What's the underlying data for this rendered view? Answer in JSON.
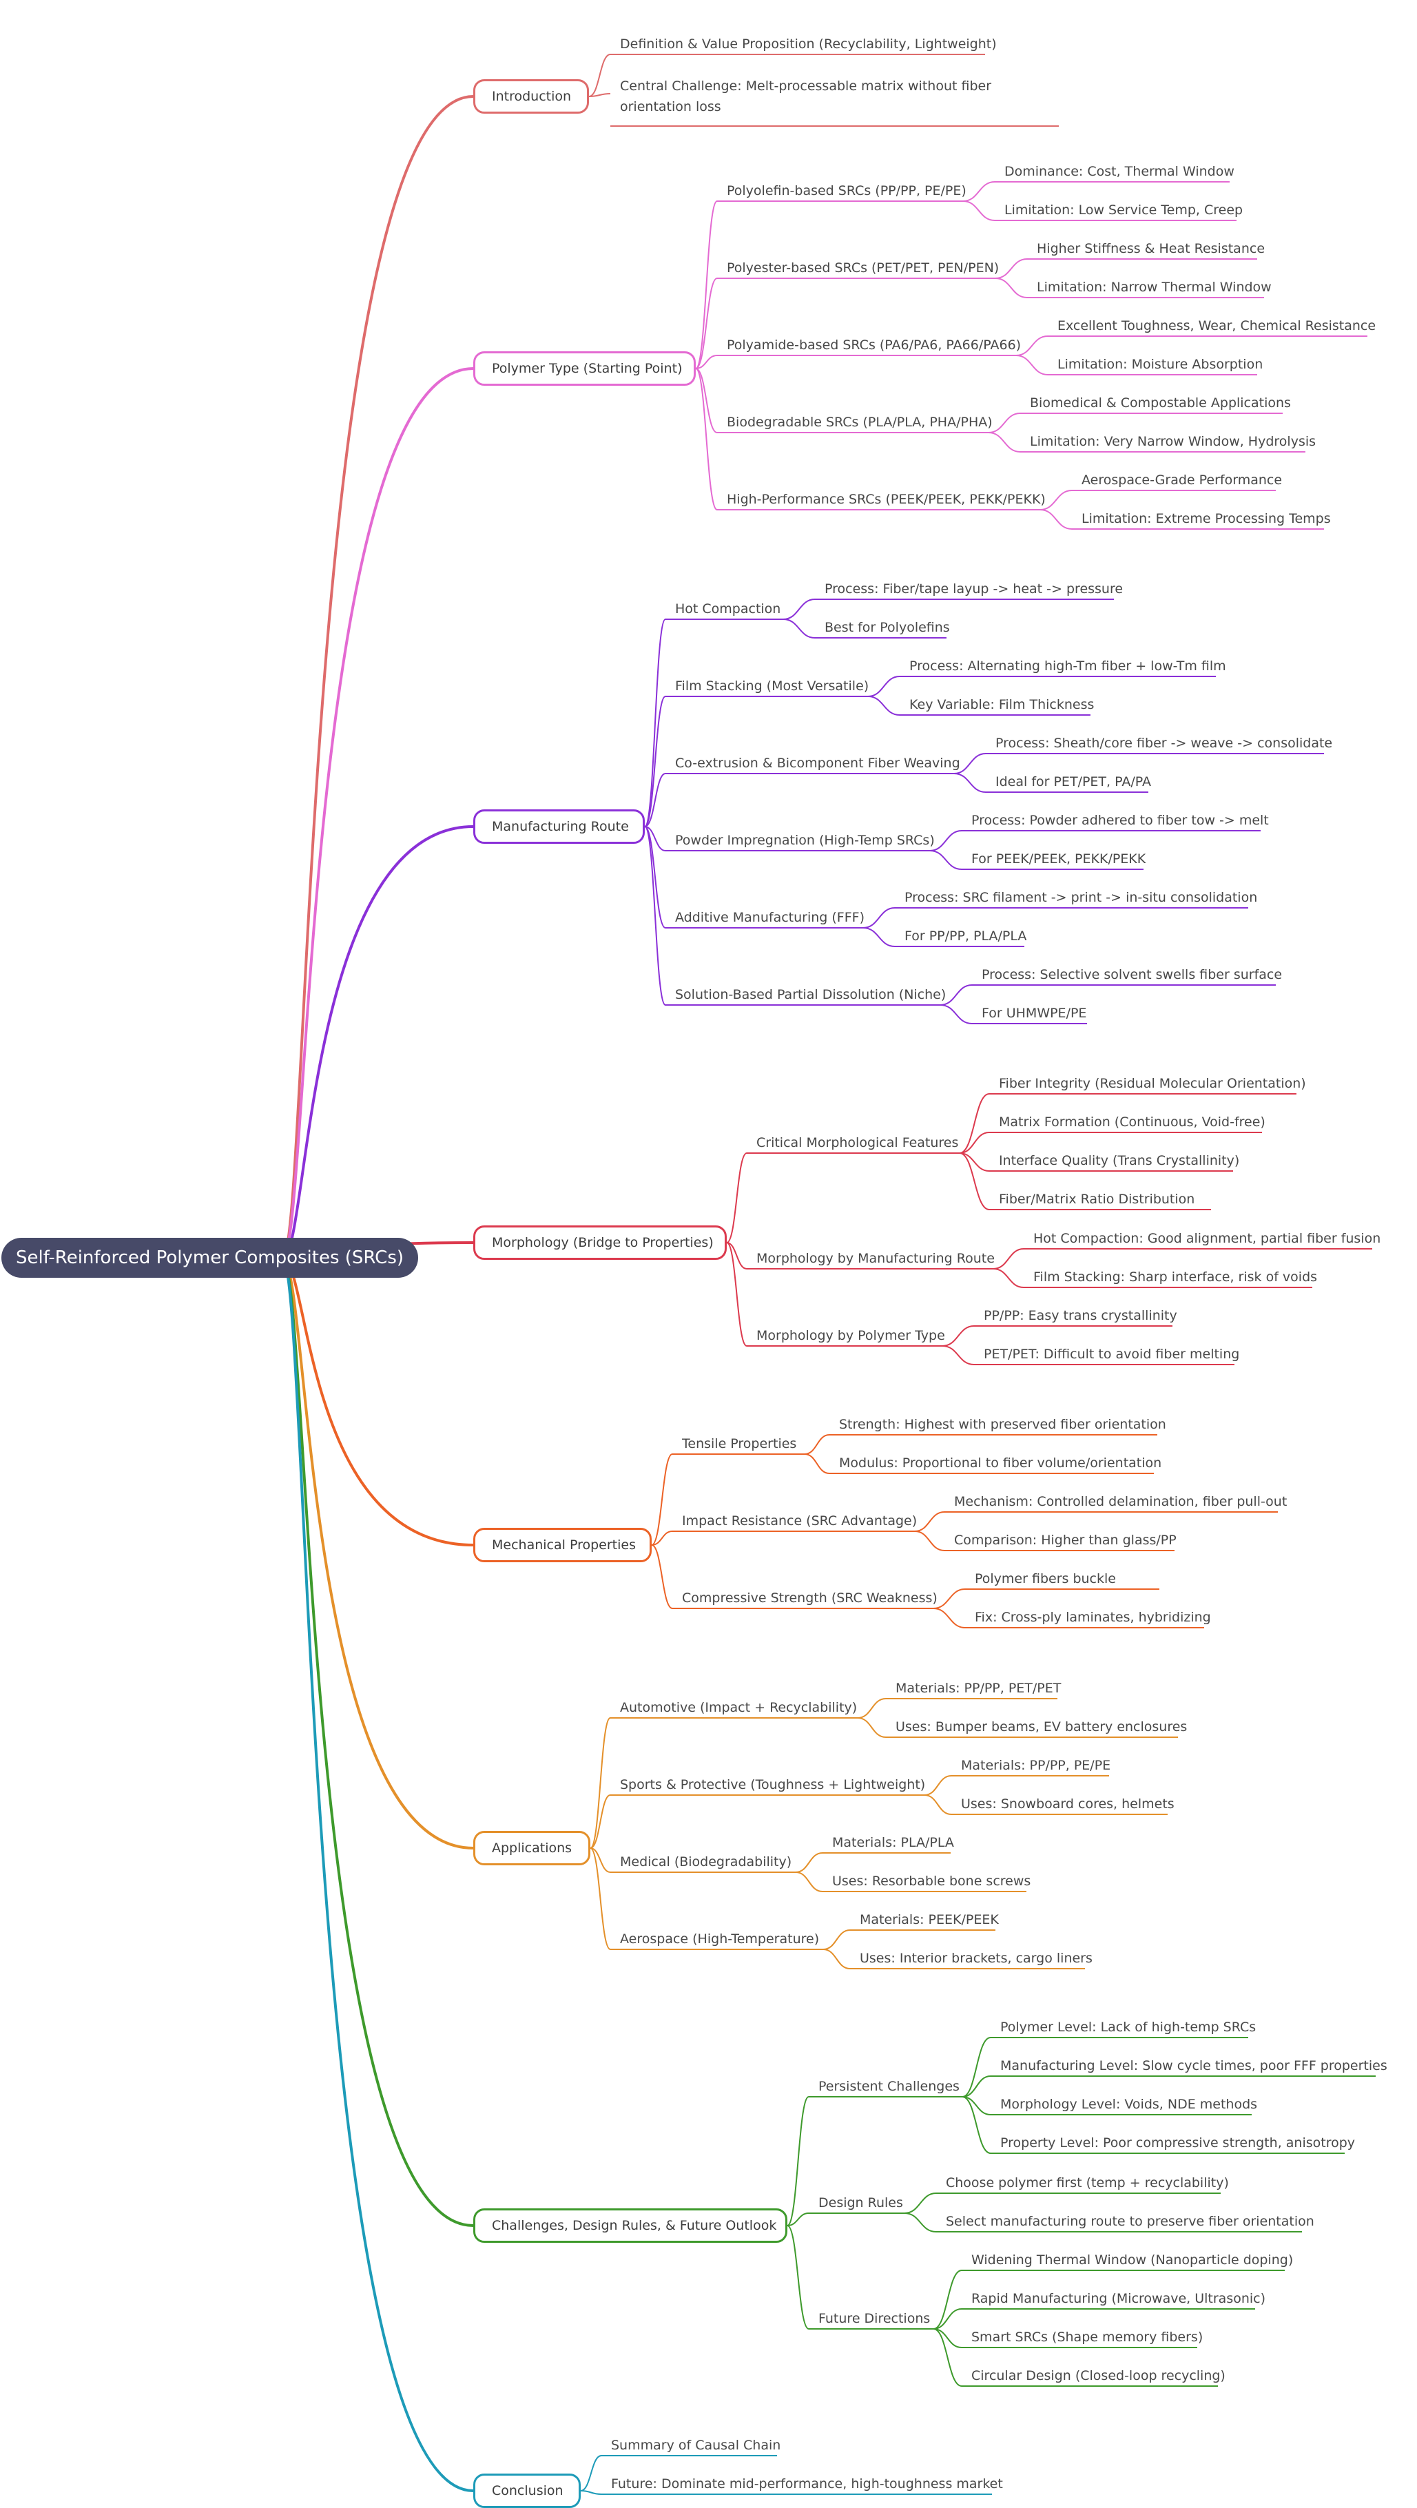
{
  "mindmap": {
    "root": "Self-Reinforced Polymer Composites (SRCs)",
    "branches": [
      {
        "label": "Introduction",
        "color": "#de6b6b",
        "children": [
          {
            "label": "Definition & Value Proposition (Recyclability, Lightweight)"
          },
          {
            "label": "Central Challenge: Melt-processable matrix without fiber orientation loss"
          }
        ]
      },
      {
        "label": "Polymer Type (Starting Point)",
        "color": "#e46ad2",
        "children": [
          {
            "label": "Polyolefin-based SRCs (PP/PP, PE/PE)",
            "children": [
              "Dominance: Cost, Thermal Window",
              "Limitation: Low Service Temp, Creep"
            ]
          },
          {
            "label": "Polyester-based SRCs (PET/PET, PEN/PEN)",
            "children": [
              "Higher Stiffness & Heat Resistance",
              "Limitation: Narrow Thermal Window"
            ]
          },
          {
            "label": "Polyamide-based SRCs (PA6/PA6, PA66/PA66)",
            "children": [
              "Excellent Toughness, Wear, Chemical Resistance",
              "Limitation: Moisture Absorption"
            ]
          },
          {
            "label": "Biodegradable SRCs (PLA/PLA, PHA/PHA)",
            "children": [
              "Biomedical & Compostable Applications",
              "Limitation: Very Narrow Window, Hydrolysis"
            ]
          },
          {
            "label": "High-Performance SRCs (PEEK/PEEK, PEKK/PEKK)",
            "children": [
              "Aerospace-Grade Performance",
              "Limitation: Extreme Processing Temps"
            ]
          }
        ]
      },
      {
        "label": "Manufacturing Route",
        "color": "#8a30d8",
        "children": [
          {
            "label": "Hot Compaction",
            "children": [
              "Process: Fiber/tape layup -> heat -> pressure",
              "Best for Polyolefins"
            ]
          },
          {
            "label": "Film Stacking (Most Versatile)",
            "children": [
              "Process: Alternating high-Tm fiber + low-Tm film",
              "Key Variable: Film Thickness"
            ]
          },
          {
            "label": "Co-extrusion & Bicomponent Fiber Weaving",
            "children": [
              "Process: Sheath/core fiber -> weave -> consolidate",
              "Ideal for PET/PET, PA/PA"
            ]
          },
          {
            "label": "Powder Impregnation (High-Temp SRCs)",
            "children": [
              "Process: Powder adhered to fiber tow -> melt",
              "For PEEK/PEEK, PEKK/PEKK"
            ]
          },
          {
            "label": "Additive Manufacturing (FFF)",
            "children": [
              "Process: SRC filament -> print -> in-situ consolidation",
              "For PP/PP, PLA/PLA"
            ]
          },
          {
            "label": "Solution-Based Partial Dissolution (Niche)",
            "children": [
              "Process: Selective solvent swells fiber surface",
              "For UHMWPE/PE"
            ]
          }
        ]
      },
      {
        "label": "Morphology (Bridge to Properties)",
        "color": "#dc3a4e",
        "children": [
          {
            "label": "Critical Morphological Features",
            "children": [
              "Fiber Integrity (Residual Molecular Orientation)",
              "Matrix Formation (Continuous, Void-free)",
              "Interface Quality (Trans Crystallinity)",
              "Fiber/Matrix Ratio Distribution"
            ]
          },
          {
            "label": "Morphology by Manufacturing Route",
            "children": [
              "Hot Compaction: Good alignment, partial fiber fusion",
              "Film Stacking: Sharp interface, risk of voids"
            ]
          },
          {
            "label": "Morphology by Polymer Type",
            "children": [
              "PP/PP: Easy trans crystallinity",
              "PET/PET: Difficult to avoid fiber melting"
            ]
          }
        ]
      },
      {
        "label": "Mechanical Properties",
        "color": "#ec6226",
        "children": [
          {
            "label": "Tensile Properties",
            "children": [
              "Strength: Highest with preserved fiber orientation",
              "Modulus: Proportional to fiber volume/orientation"
            ]
          },
          {
            "label": "Impact Resistance (SRC Advantage)",
            "children": [
              "Mechanism: Controlled delamination, fiber pull-out",
              "Comparison: Higher than glass/PP"
            ]
          },
          {
            "label": "Compressive Strength (SRC Weakness)",
            "children": [
              "Polymer fibers buckle",
              "Fix: Cross-ply laminates, hybridizing"
            ]
          }
        ]
      },
      {
        "label": "Applications",
        "color": "#e4902a",
        "children": [
          {
            "label": "Automotive (Impact + Recyclability)",
            "children": [
              "Materials: PP/PP, PET/PET",
              "Uses: Bumper beams, EV battery enclosures"
            ]
          },
          {
            "label": "Sports & Protective (Toughness + Lightweight)",
            "children": [
              "Materials: PP/PP, PE/PE",
              "Uses: Snowboard cores, helmets"
            ]
          },
          {
            "label": "Medical (Biodegradability)",
            "children": [
              "Materials: PLA/PLA",
              "Uses: Resorbable bone screws"
            ]
          },
          {
            "label": "Aerospace (High-Temperature)",
            "children": [
              "Materials: PEEK/PEEK",
              "Uses: Interior brackets, cargo liners"
            ]
          }
        ]
      },
      {
        "label": "Challenges, Design Rules, & Future Outlook",
        "color": "#3e9a2c",
        "children": [
          {
            "label": "Persistent Challenges",
            "children": [
              "Polymer Level: Lack of high-temp SRCs",
              "Manufacturing Level: Slow cycle times, poor FFF properties",
              "Morphology Level: Voids, NDE methods",
              "Property Level: Poor compressive strength, anisotropy"
            ]
          },
          {
            "label": "Design Rules",
            "children": [
              "Choose polymer first (temp + recyclability)",
              "Select manufacturing route to preserve fiber orientation"
            ]
          },
          {
            "label": "Future Directions",
            "children": [
              "Widening Thermal Window (Nanoparticle doping)",
              "Rapid Manufacturing (Microwave, Ultrasonic)",
              "Smart SRCs (Shape memory fibers)",
              "Circular Design (Closed-loop recycling)"
            ]
          }
        ]
      },
      {
        "label": "Conclusion",
        "color": "#1d9bb8",
        "children": [
          {
            "label": "Summary of Causal Chain"
          },
          {
            "label": "Future: Dominate mid-performance, high-toughness market"
          }
        ]
      }
    ]
  }
}
